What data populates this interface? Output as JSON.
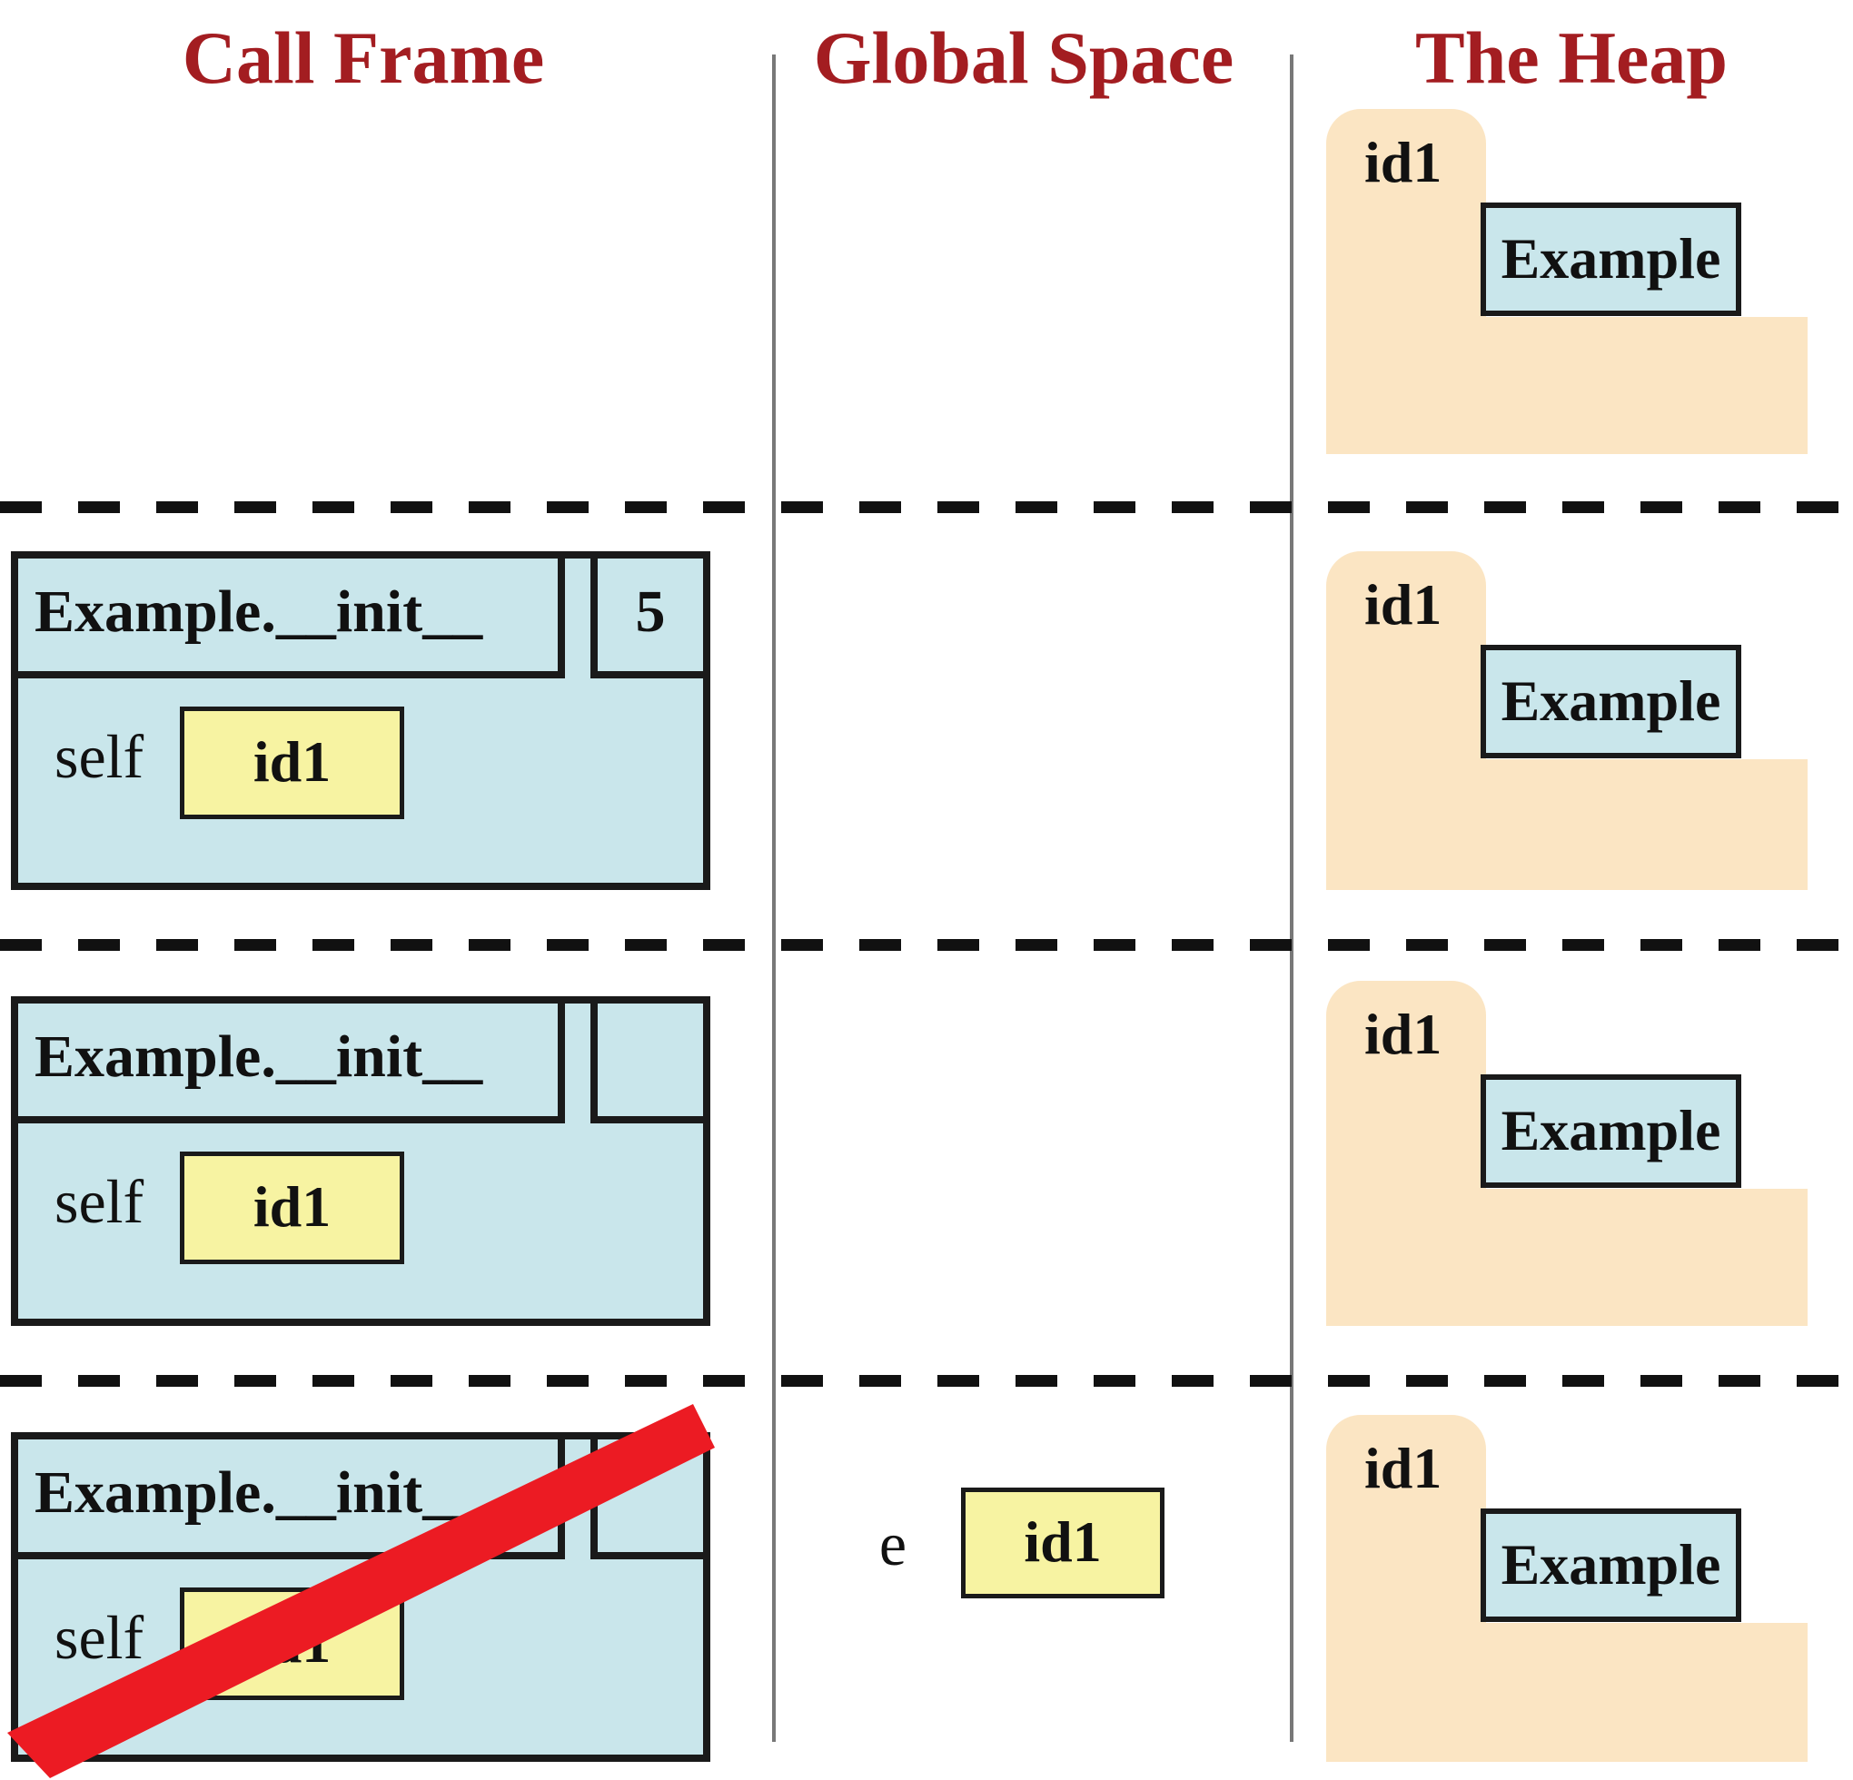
{
  "header": {
    "columns": [
      "Call Frame",
      "Global Space",
      "The Heap"
    ]
  },
  "rows": [
    {
      "heap": {
        "tab_label": "id1",
        "object_label": "Example"
      }
    },
    {
      "frame": {
        "name": "Example.__init__",
        "counter": "5",
        "var_name": "self",
        "var_value": "id1"
      },
      "heap": {
        "tab_label": "id1",
        "object_label": "Example"
      }
    },
    {
      "frame": {
        "name": "Example.__init__",
        "counter": "",
        "var_name": "self",
        "var_value": "id1"
      },
      "heap": {
        "tab_label": "id1",
        "object_label": "Example"
      }
    },
    {
      "frame": {
        "name": "Example.__init__",
        "counter": "",
        "var_name": "self",
        "var_value": "id1",
        "crossed_out": true
      },
      "global_var": {
        "name": "e",
        "value": "id1"
      },
      "heap": {
        "tab_label": "id1",
        "object_label": "Example"
      }
    }
  ],
  "colors": {
    "title_red": "#A31D21",
    "frame_blue": "#C9E6EB",
    "variable_yellow": "#F7F3A2",
    "heap_tan": "#FBE5C3",
    "cross_out_red": "#EC1B23",
    "divider_gray": "#787878"
  }
}
